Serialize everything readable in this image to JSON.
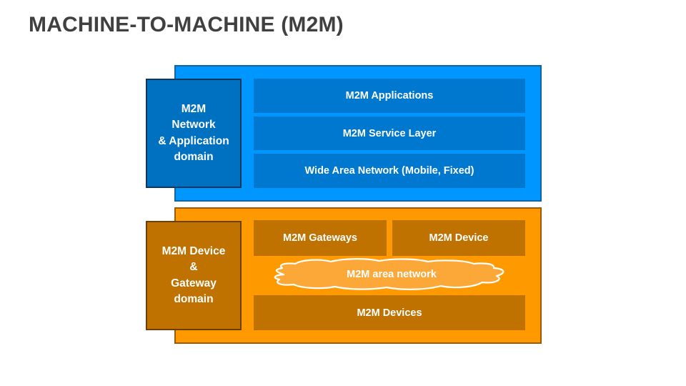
{
  "title": "MACHINE-TO-MACHINE (M2M)",
  "colors": {
    "title_text": "#404040",
    "network_panel_fill": "#0096FF",
    "network_panel_border": "#1164A4",
    "network_label_fill": "#0070C0",
    "network_row_fill": "#0078D0",
    "device_panel_fill": "#FF9900",
    "device_panel_border": "#9B5B05",
    "device_label_fill": "#BF7200",
    "device_row_fill": "#BF7200",
    "cloud_fill": "#FCA839",
    "cloud_stroke": "#FFFFFF",
    "text": "#FFFFFF"
  },
  "network_domain": {
    "label_lines": [
      "M2M",
      "Network",
      "& Application",
      "domain"
    ],
    "rows": [
      {
        "label": "M2M Applications"
      },
      {
        "label": "M2M Service Layer"
      },
      {
        "label": "Wide Area Network (Mobile, Fixed)"
      }
    ]
  },
  "device_domain": {
    "label_lines": [
      "M2M Device",
      "&",
      "Gateway",
      "domain"
    ],
    "top_row": [
      {
        "label": "M2M Gateways"
      },
      {
        "label": "M2M Device"
      }
    ],
    "cloud": {
      "label": "M2M area network"
    },
    "bottom_row": [
      {
        "label": "M2M Devices"
      }
    ]
  }
}
